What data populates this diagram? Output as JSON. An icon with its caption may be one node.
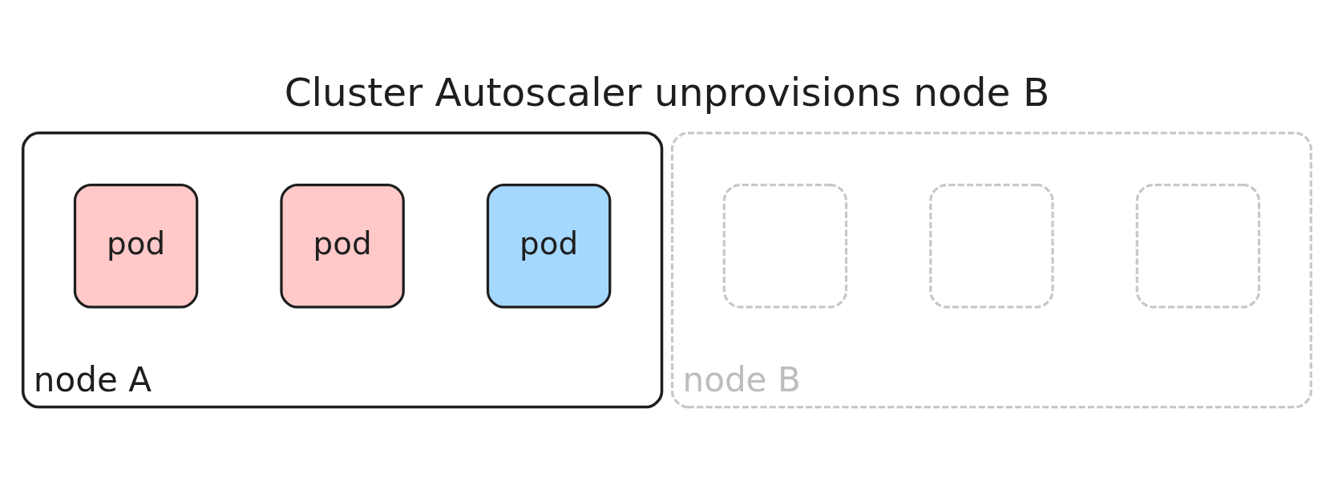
{
  "diagram": {
    "title": "Cluster Autoscaler unprovisions node B",
    "nodes": [
      {
        "text": [
          "node A"
        ]
      },
      {
        "text": [
          "pod"
        ],
        "in": 0
      },
      {
        "text": [
          "pod"
        ],
        "in": 0
      },
      {
        "text": [
          "pod"
        ],
        "in": 0
      },
      {
        "text": [
          "node B"
        ]
      },
      {
        "text": [],
        "shape": "box",
        "in": 4
      },
      {
        "text": [],
        "shape": "box",
        "in": 4
      },
      {
        "text": [],
        "shape": "box",
        "in": 4
      }
    ]
  }
}
